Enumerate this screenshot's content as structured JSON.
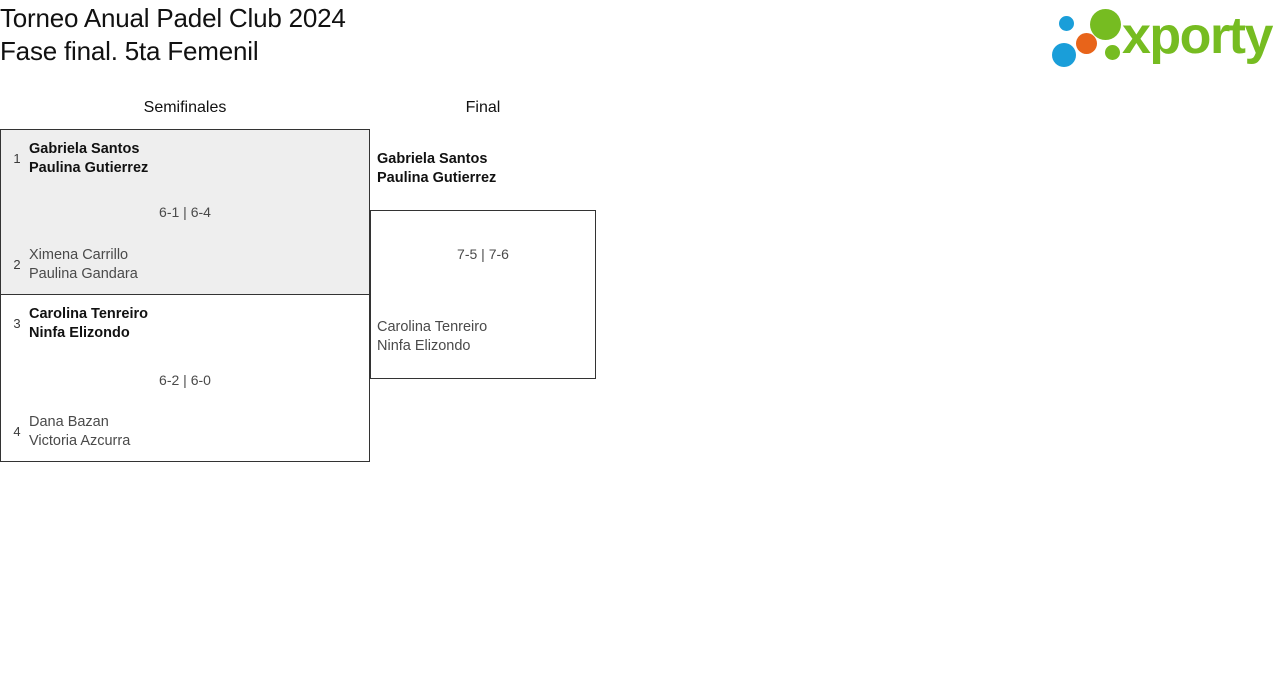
{
  "header": {
    "title_line_1": "Torneo Anual Padel Club 2024",
    "title_line_2": "Fase final. 5ta Femenil",
    "logo": {
      "text": "xporty",
      "green": "#76bc21",
      "blue": "#1a9ed9",
      "orange": "#e8641a",
      "dots": [
        {
          "name": "blue-small-dot",
          "color": "#1a9ed9"
        },
        {
          "name": "green-large-dot",
          "color": "#76bc21"
        },
        {
          "name": "orange-dot",
          "color": "#e8641a"
        },
        {
          "name": "green-small-dot",
          "color": "#76bc21"
        },
        {
          "name": "blue-large-dot",
          "color": "#1a9ed9"
        }
      ]
    }
  },
  "rounds": [
    {
      "key": "semifinals",
      "label": "Semifinales"
    },
    {
      "key": "final",
      "label": "Final"
    }
  ],
  "bracket": {
    "semifinals": [
      {
        "highlighted": true,
        "score": "6-1 | 6-4",
        "teams": [
          {
            "seed": "1",
            "winner": true,
            "player_1": "Gabriela Santos",
            "player_2": "Paulina Gutierrez"
          },
          {
            "seed": "2",
            "winner": false,
            "player_1": "Ximena Carrillo",
            "player_2": "Paulina Gandara"
          }
        ]
      },
      {
        "highlighted": false,
        "score": "6-2 | 6-0",
        "teams": [
          {
            "seed": "3",
            "winner": true,
            "player_1": "Carolina Tenreiro",
            "player_2": "Ninfa Elizondo"
          },
          {
            "seed": "4",
            "winner": false,
            "player_1": "Dana Bazan",
            "player_2": "Victoria Azcurra"
          }
        ]
      }
    ],
    "final": {
      "score": "7-5 | 7-6",
      "teams": [
        {
          "winner": true,
          "player_1": "Gabriela Santos",
          "player_2": "Paulina Gutierrez"
        },
        {
          "winner": false,
          "player_1": "Carolina Tenreiro",
          "player_2": "Ninfa Elizondo"
        }
      ]
    }
  },
  "colors": {
    "highlight_background": "#eeeeee",
    "border": "#333333",
    "text_primary": "#111111",
    "text_secondary": "#4a4a4a"
  }
}
